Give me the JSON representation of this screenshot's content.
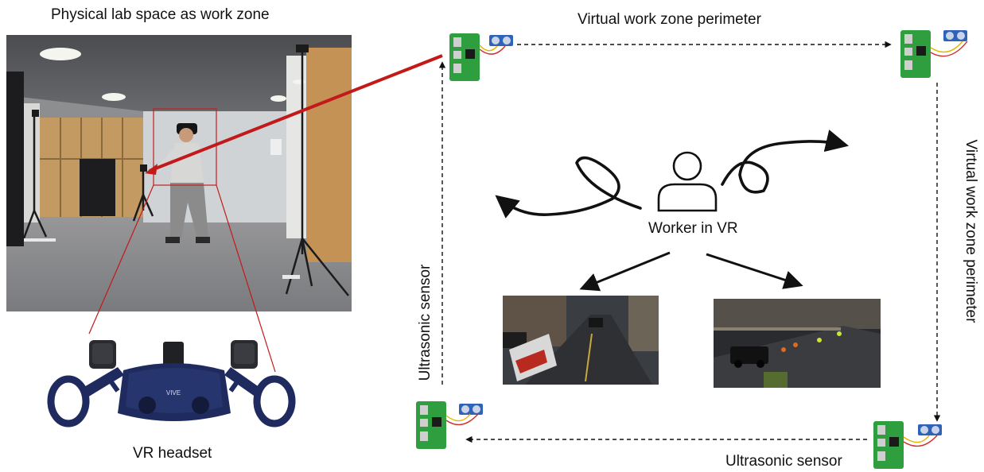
{
  "labels": {
    "lab_title": "Physical lab space as work zone",
    "headset": "VR headset",
    "top_perimeter": "Virtual work zone perimeter",
    "right_perimeter": "Virtual work zone perimeter",
    "left_sensor": "Ultrasonic sensor",
    "bottom_sensor": "Ultrasonic sensor",
    "worker": "Worker in VR",
    "headset_brand": "VIVE"
  },
  "colors": {
    "pointer_red": "#c21a1a",
    "board_green": "#2f9e3f",
    "sensor_blue": "#2f63b8",
    "headset_navy": "#1f2a5e"
  },
  "icons": [
    "raspberry-pi-sensor-icon",
    "person-icon",
    "scribble-arrow-icon",
    "vr-headset-icon",
    "base-station-icon",
    "controller-icon"
  ]
}
